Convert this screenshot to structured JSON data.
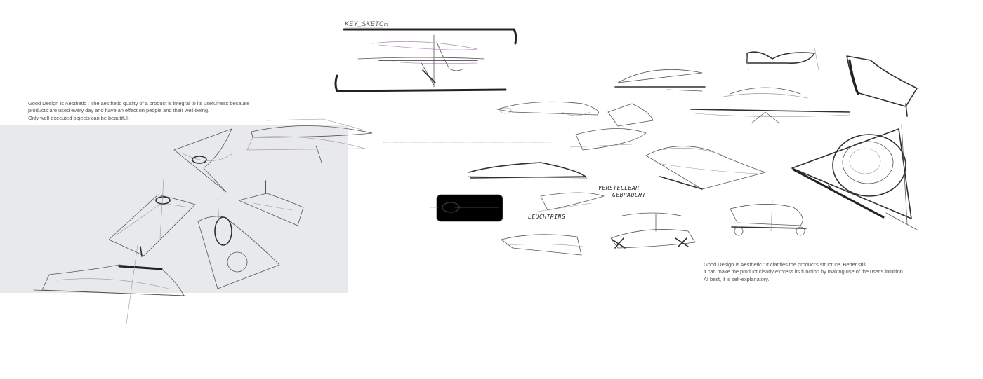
{
  "key_sketch_label": "KEY_SKETCH",
  "text_block_1": [
    "Good Design Is Aesthetic : The aesthetic quality of a product is integral to its usefulness because",
    "products are used every day and have an effect on people and their well-being.",
    "Only well-executed objects can be beautiful."
  ],
  "text_block_2": [
    "Good Design Is Aesthetic : It clarifies the product's structure. Better still,",
    "it can make the product clearly express its function by making use of the user's intuition.",
    "At best, it is self-explanatory."
  ],
  "annotations": {
    "annotation_1_line_1": "VERSTELLBAR",
    "annotation_1_line_2": "GEBRAUCHT",
    "annotation_2": "LEUCHTRING"
  },
  "colors": {
    "panel": "#e8e9ea",
    "ink": "#2c2f33",
    "pencil": "#555555",
    "accent_violet": "#b59bb8"
  }
}
